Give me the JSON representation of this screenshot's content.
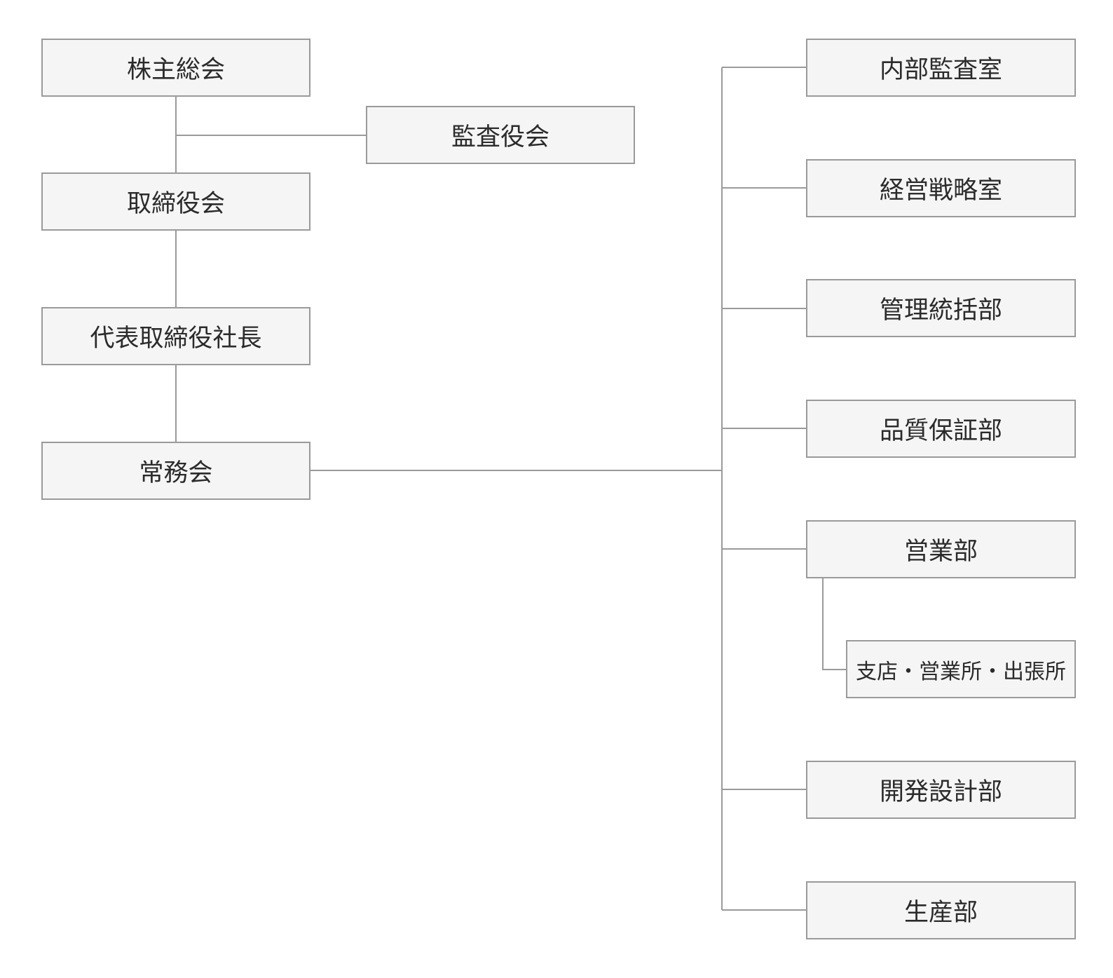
{
  "org_chart": {
    "shareholders": "株主総会",
    "auditors": "監査役会",
    "board": "取締役会",
    "president": "代表取締役社長",
    "executive_committee": "常務会",
    "departments": {
      "internal_audit": "内部監査室",
      "strategy": "経営戦略室",
      "administration": "管理統括部",
      "quality": "品質保証部",
      "sales": "営業部",
      "branches": "支店・営業所・出張所",
      "development": "開発設計部",
      "production": "生産部"
    }
  },
  "colors": {
    "box_fill": "#f5f5f5",
    "box_border": "#9a9a9a",
    "line": "#9a9a9a",
    "text": "#2b2b2b"
  }
}
